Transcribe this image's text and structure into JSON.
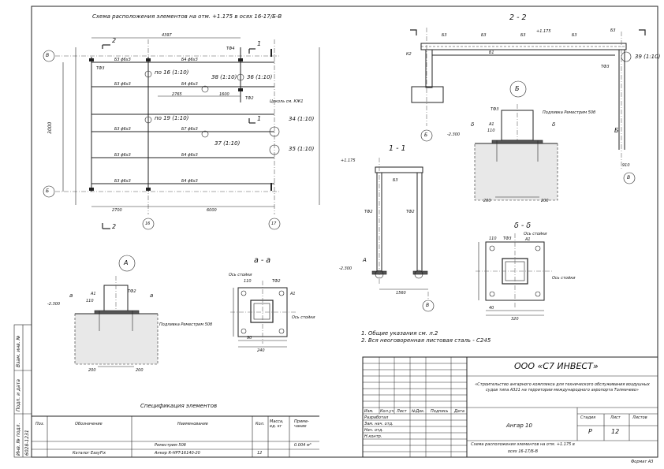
{
  "plan": {
    "title": "Схема расположения элементов на отм. +1.175 в осях 16-17/Б-В",
    "axes": {
      "v": "В",
      "b": "Б",
      "a16": "16",
      "a17": "17"
    },
    "dims": {
      "top": "4397",
      "span1": "2700",
      "span2": "6000",
      "height": "3000",
      "mid": "2765",
      "d1600": "1600"
    },
    "beams": {
      "b3": "Б3 ϕ6x3",
      "b4": "Б4 ϕ6x3",
      "b7": "Б7 ϕ6x3"
    },
    "labels": {
      "tf3": "ТФ3",
      "tf4": "ТФ4",
      "tf2": "ТФ2",
      "p16": "по 16 (1:10)",
      "p19": "по 19 (1:10)",
      "n38": "38 (1:10)",
      "n36": "36 (1:10)",
      "n34": "34 (1:10)",
      "n35": "35 (1:10)",
      "n37": "37 (1:10)",
      "cut2": "2",
      "cut1": "1",
      "cokol": "Цоколь см. КЖ1"
    }
  },
  "section22": {
    "title": "2 - 2",
    "b3": "Б3",
    "k2": "К2",
    "b1": "Б1",
    "elev": "+1.175",
    "n39": "39 (1:10)",
    "tf3": "ТФ3",
    "axis_b": "Б",
    "axis_v": "В",
    "d910": "910"
  },
  "nodeB": {
    "label": "Б",
    "tf3": "ТФ3",
    "a1": "А1",
    "i10": "110",
    "d": "δ",
    "elev": "-2.300",
    "podl": "Подливка Реместрим 50б",
    "d200": "200"
  },
  "section11": {
    "title": "1 - 1",
    "elev_top": "+1.175",
    "elev_bot": "-2.300",
    "b3": "Б3",
    "tf2": "ТФ2",
    "axis_a": "А",
    "axis_v": "В",
    "d1560": "1560"
  },
  "sectionDD": {
    "title": "δ - δ",
    "os": "Ось стойки",
    "os2": "Ось стойки",
    "i10": "110",
    "tf3": "ТФ3",
    "a1": "А1",
    "d320": "320",
    "d40": "40"
  },
  "nodeA": {
    "label": "А",
    "a": "а",
    "a1": "А1",
    "tf2": "ТФ2",
    "i10": "110",
    "elev": "-2.300",
    "podl": "Подливка Реместрим 50б",
    "d200": "200"
  },
  "sectionAA": {
    "title": "а - а",
    "os": "Ось стойки",
    "os2": "Ось стойки",
    "i10": "110",
    "tf2": "ТФ2",
    "a1": "А1",
    "d240": "240",
    "d90": "90"
  },
  "notes": [
    "1. Общие указания см. л.2",
    "2. Вся неоговоренная листовая сталь - С245"
  ],
  "spec": {
    "title": "Спецификация элементов",
    "headers": [
      "Поз.",
      "Обозначение",
      "Наименование",
      "Кол.",
      "Масса, ед. кг",
      "Приме- чание"
    ],
    "rows": [
      {
        "pos": "",
        "code": "",
        "name": "Реместрим 50б",
        "qty": "",
        "mass": "",
        "note": "0.004 м³"
      },
      {
        "pos": "",
        "code": "Каталог EasyFix",
        "name": "Анкер R-HPT-16140-20",
        "qty": "12",
        "mass": "",
        "note": ""
      }
    ]
  },
  "stamp": {
    "company": "ООО «С7 ИНВЕСТ»",
    "project": "«Строительство ангарного комплекса для технического обслуживания воздушных судов типа А321 на территории международного аэропорта Толмачево»",
    "building": "Ангар 10",
    "sheet_title": "Схема расположения элементов на отм. +1.175 в осях 16-17/Б-В",
    "cols": [
      "Изм.",
      "Кол.уч",
      "Лист",
      "№Док.",
      "Подпись",
      "Дата"
    ],
    "roles": [
      "Разработал",
      "Зам. нач. отд.",
      "Нач. отд.",
      "Н.контр."
    ],
    "stage_h": "Стадия",
    "sheet_h": "Лист",
    "sheets_h": "Листов",
    "stage": "Р",
    "sheet": "12",
    "sheets": "",
    "format": "Формат А3"
  },
  "side": {
    "inv": "Инв. № подл.",
    "inv_val": "6028-1231",
    "sign": "Подп. и дата",
    "vzam": "Взам. инв. №"
  }
}
